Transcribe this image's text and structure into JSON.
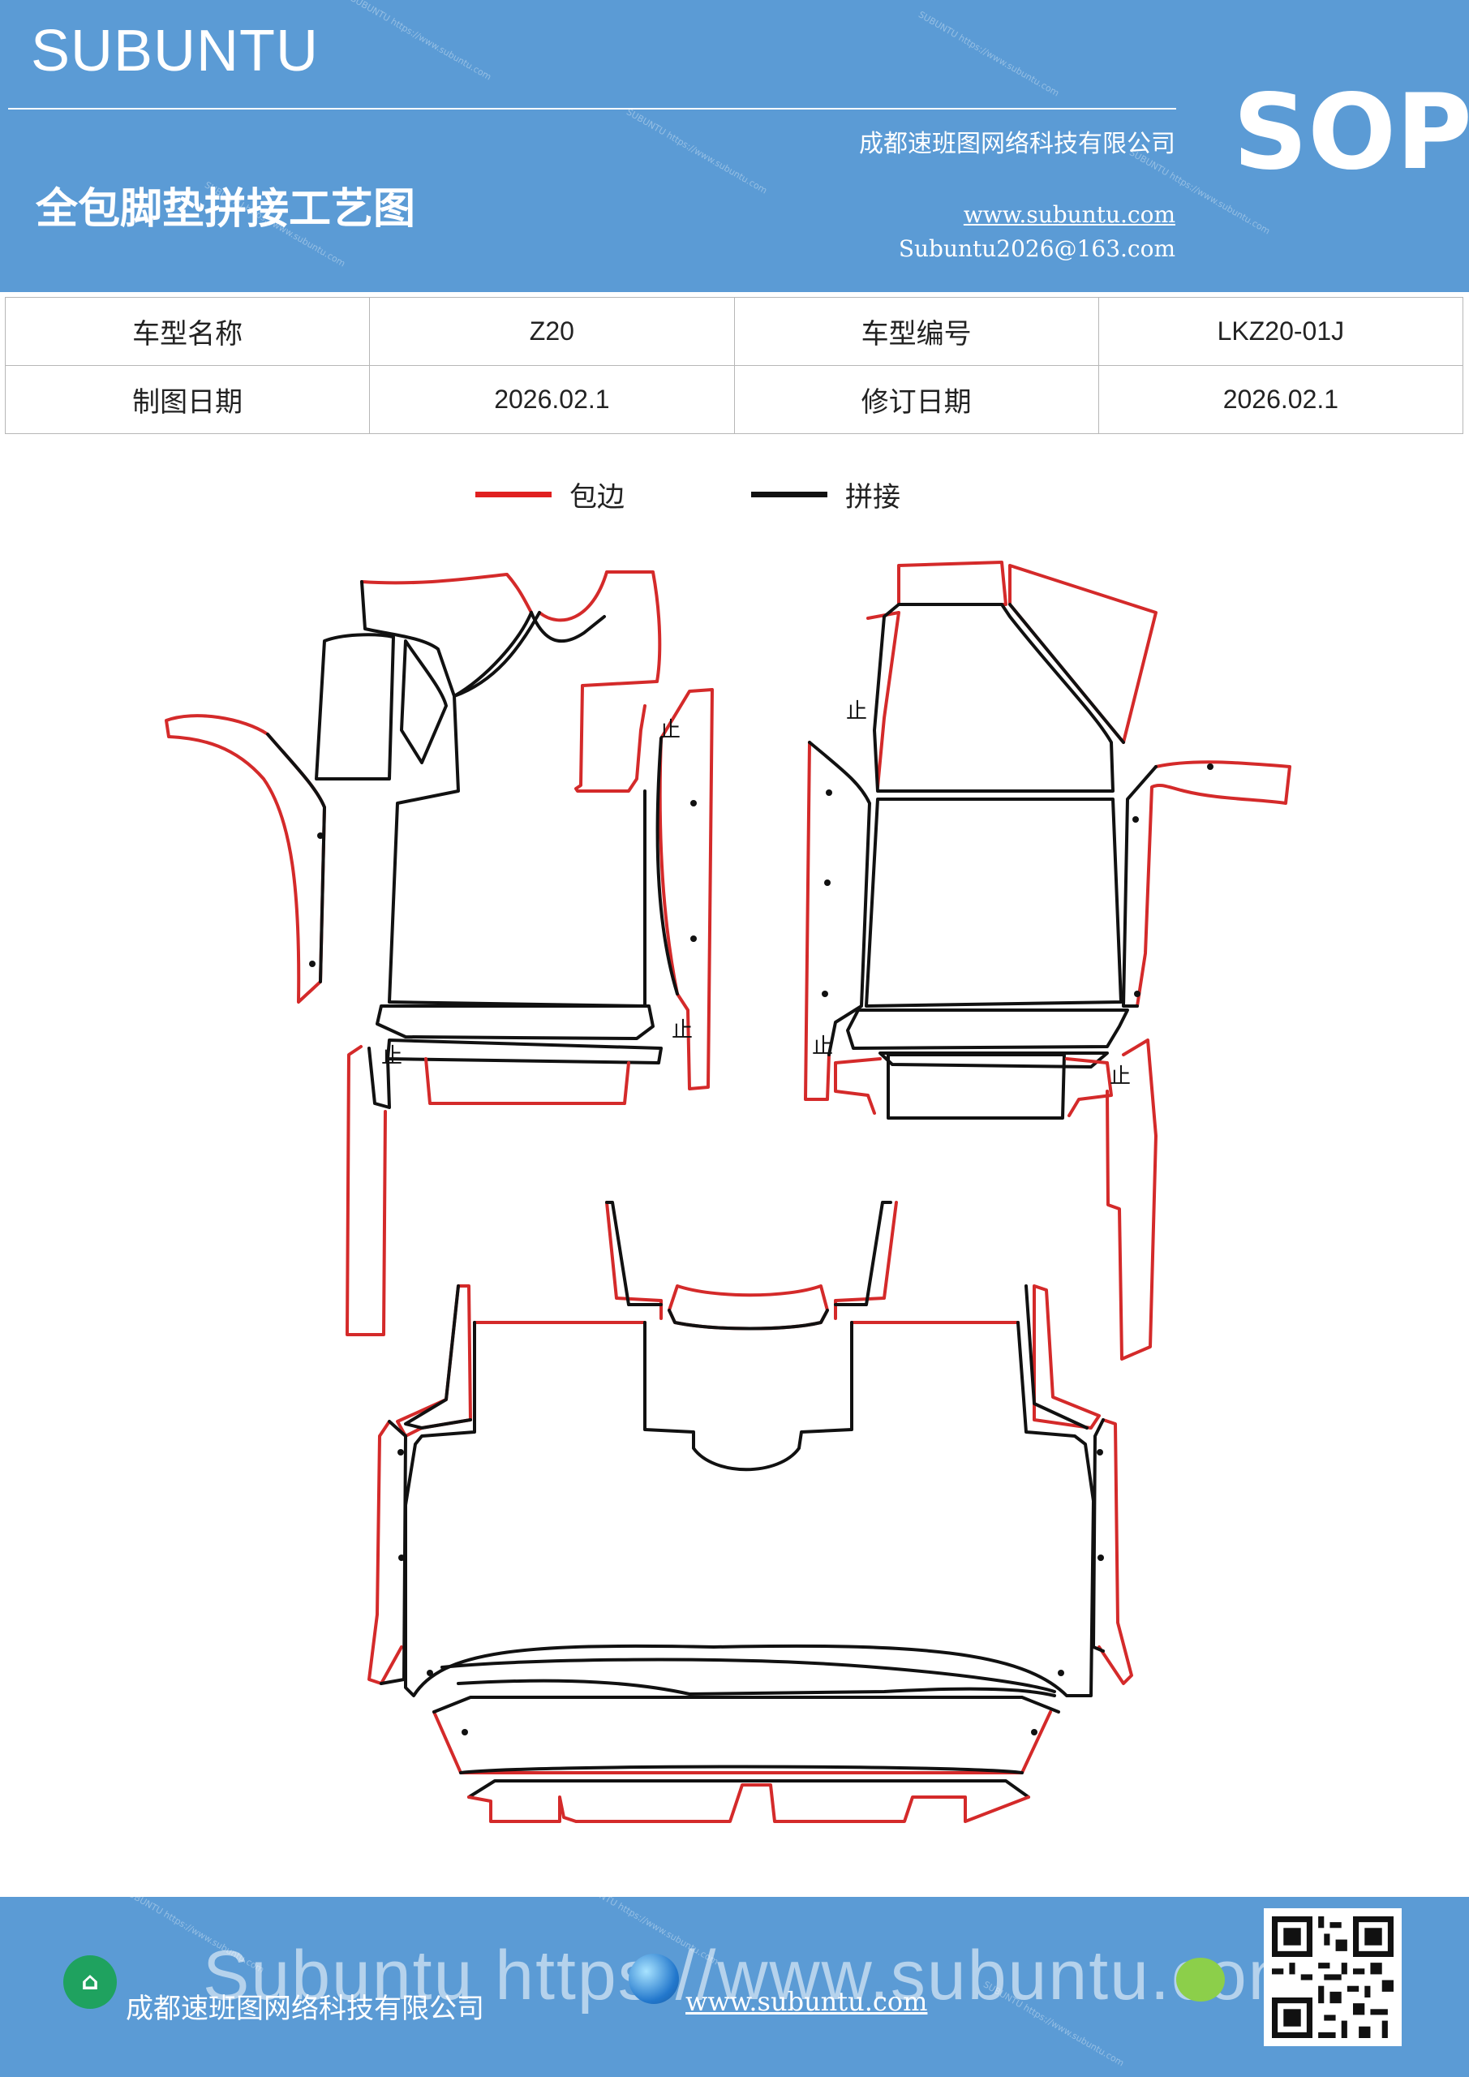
{
  "header": {
    "brand": "SUBUNTU",
    "company": "成都速班图网络科技有限公司",
    "doc_title": "全包脚垫拼接工艺图",
    "website": "www.subuntu.com",
    "email": "Subuntu2026@163.com",
    "badge": "SOP"
  },
  "info_table": {
    "rows": [
      {
        "label1": "车型名称",
        "value1": "Z20",
        "label2": "车型编号",
        "value2": "LKZ20-01J"
      },
      {
        "label1": "制图日期",
        "value1": "2026.02.1",
        "label2": "修订日期",
        "value2": "2026.02.1"
      }
    ]
  },
  "legend": {
    "items": [
      {
        "label": "包边",
        "color": "#e02020"
      },
      {
        "label": "拼接",
        "color": "#111111"
      }
    ]
  },
  "drawing": {
    "edge_color": "#d42a2a",
    "seam_color": "#111111",
    "marker_symbol": "止"
  },
  "footer": {
    "company": "成都速班图网络科技有限公司",
    "website": "www.subuntu.com",
    "watermark": "Subuntu https://www.subuntu.com",
    "icons": [
      "building-icon",
      "globe-icon",
      "wechat-icon",
      "qr-code"
    ]
  },
  "colors": {
    "header_bg": "#5b9bd5",
    "footer_bg": "#5b9bd5"
  }
}
